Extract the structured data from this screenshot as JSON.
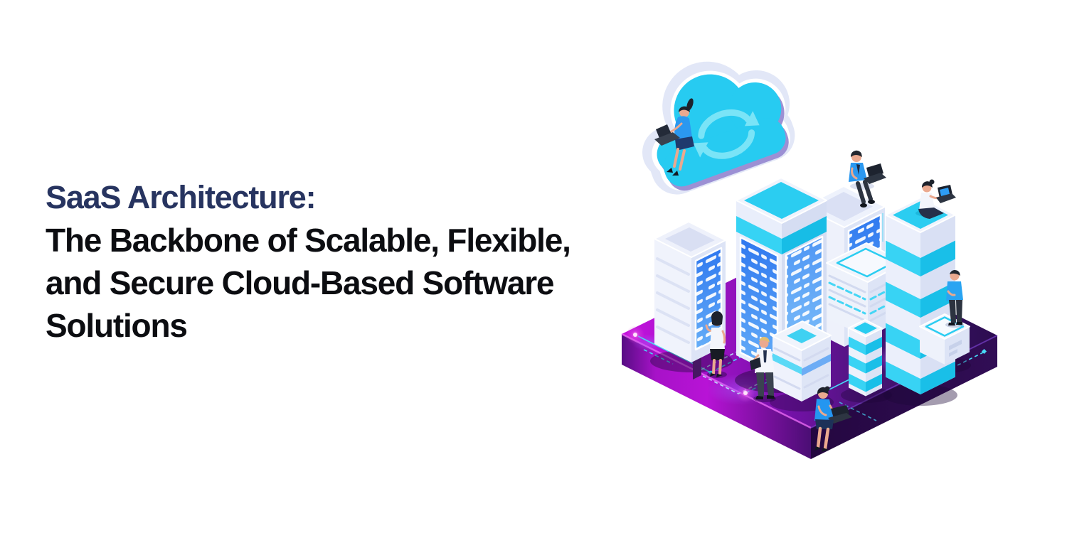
{
  "hero": {
    "title_lines": [
      "SaaS Architecture:",
      "The Backbone of Scalable, Flexible,",
      "and Secure Cloud-Based Software",
      "Solutions"
    ]
  },
  "theme": {
    "accent_navy": "#273460",
    "text_black": "#0c0d11",
    "background": "#ffffff",
    "cyan": "#29ccf0",
    "panel_blue": "#3f82f2",
    "platform_magenta": "#b712d3",
    "platform_indigo": "#2f0d52",
    "glow_pink": "#ff7df2",
    "lavender": "#e2e7f7"
  },
  "illustration": {
    "description": "Isometric illustration: a cloud with circular sync arrows floating above white-and-cyan server towers standing on a glowing purple circuit-board platform, with people working on laptops",
    "elements": [
      "cloud-sync-icon",
      "server-towers",
      "circuit-platform",
      "people-working"
    ]
  }
}
